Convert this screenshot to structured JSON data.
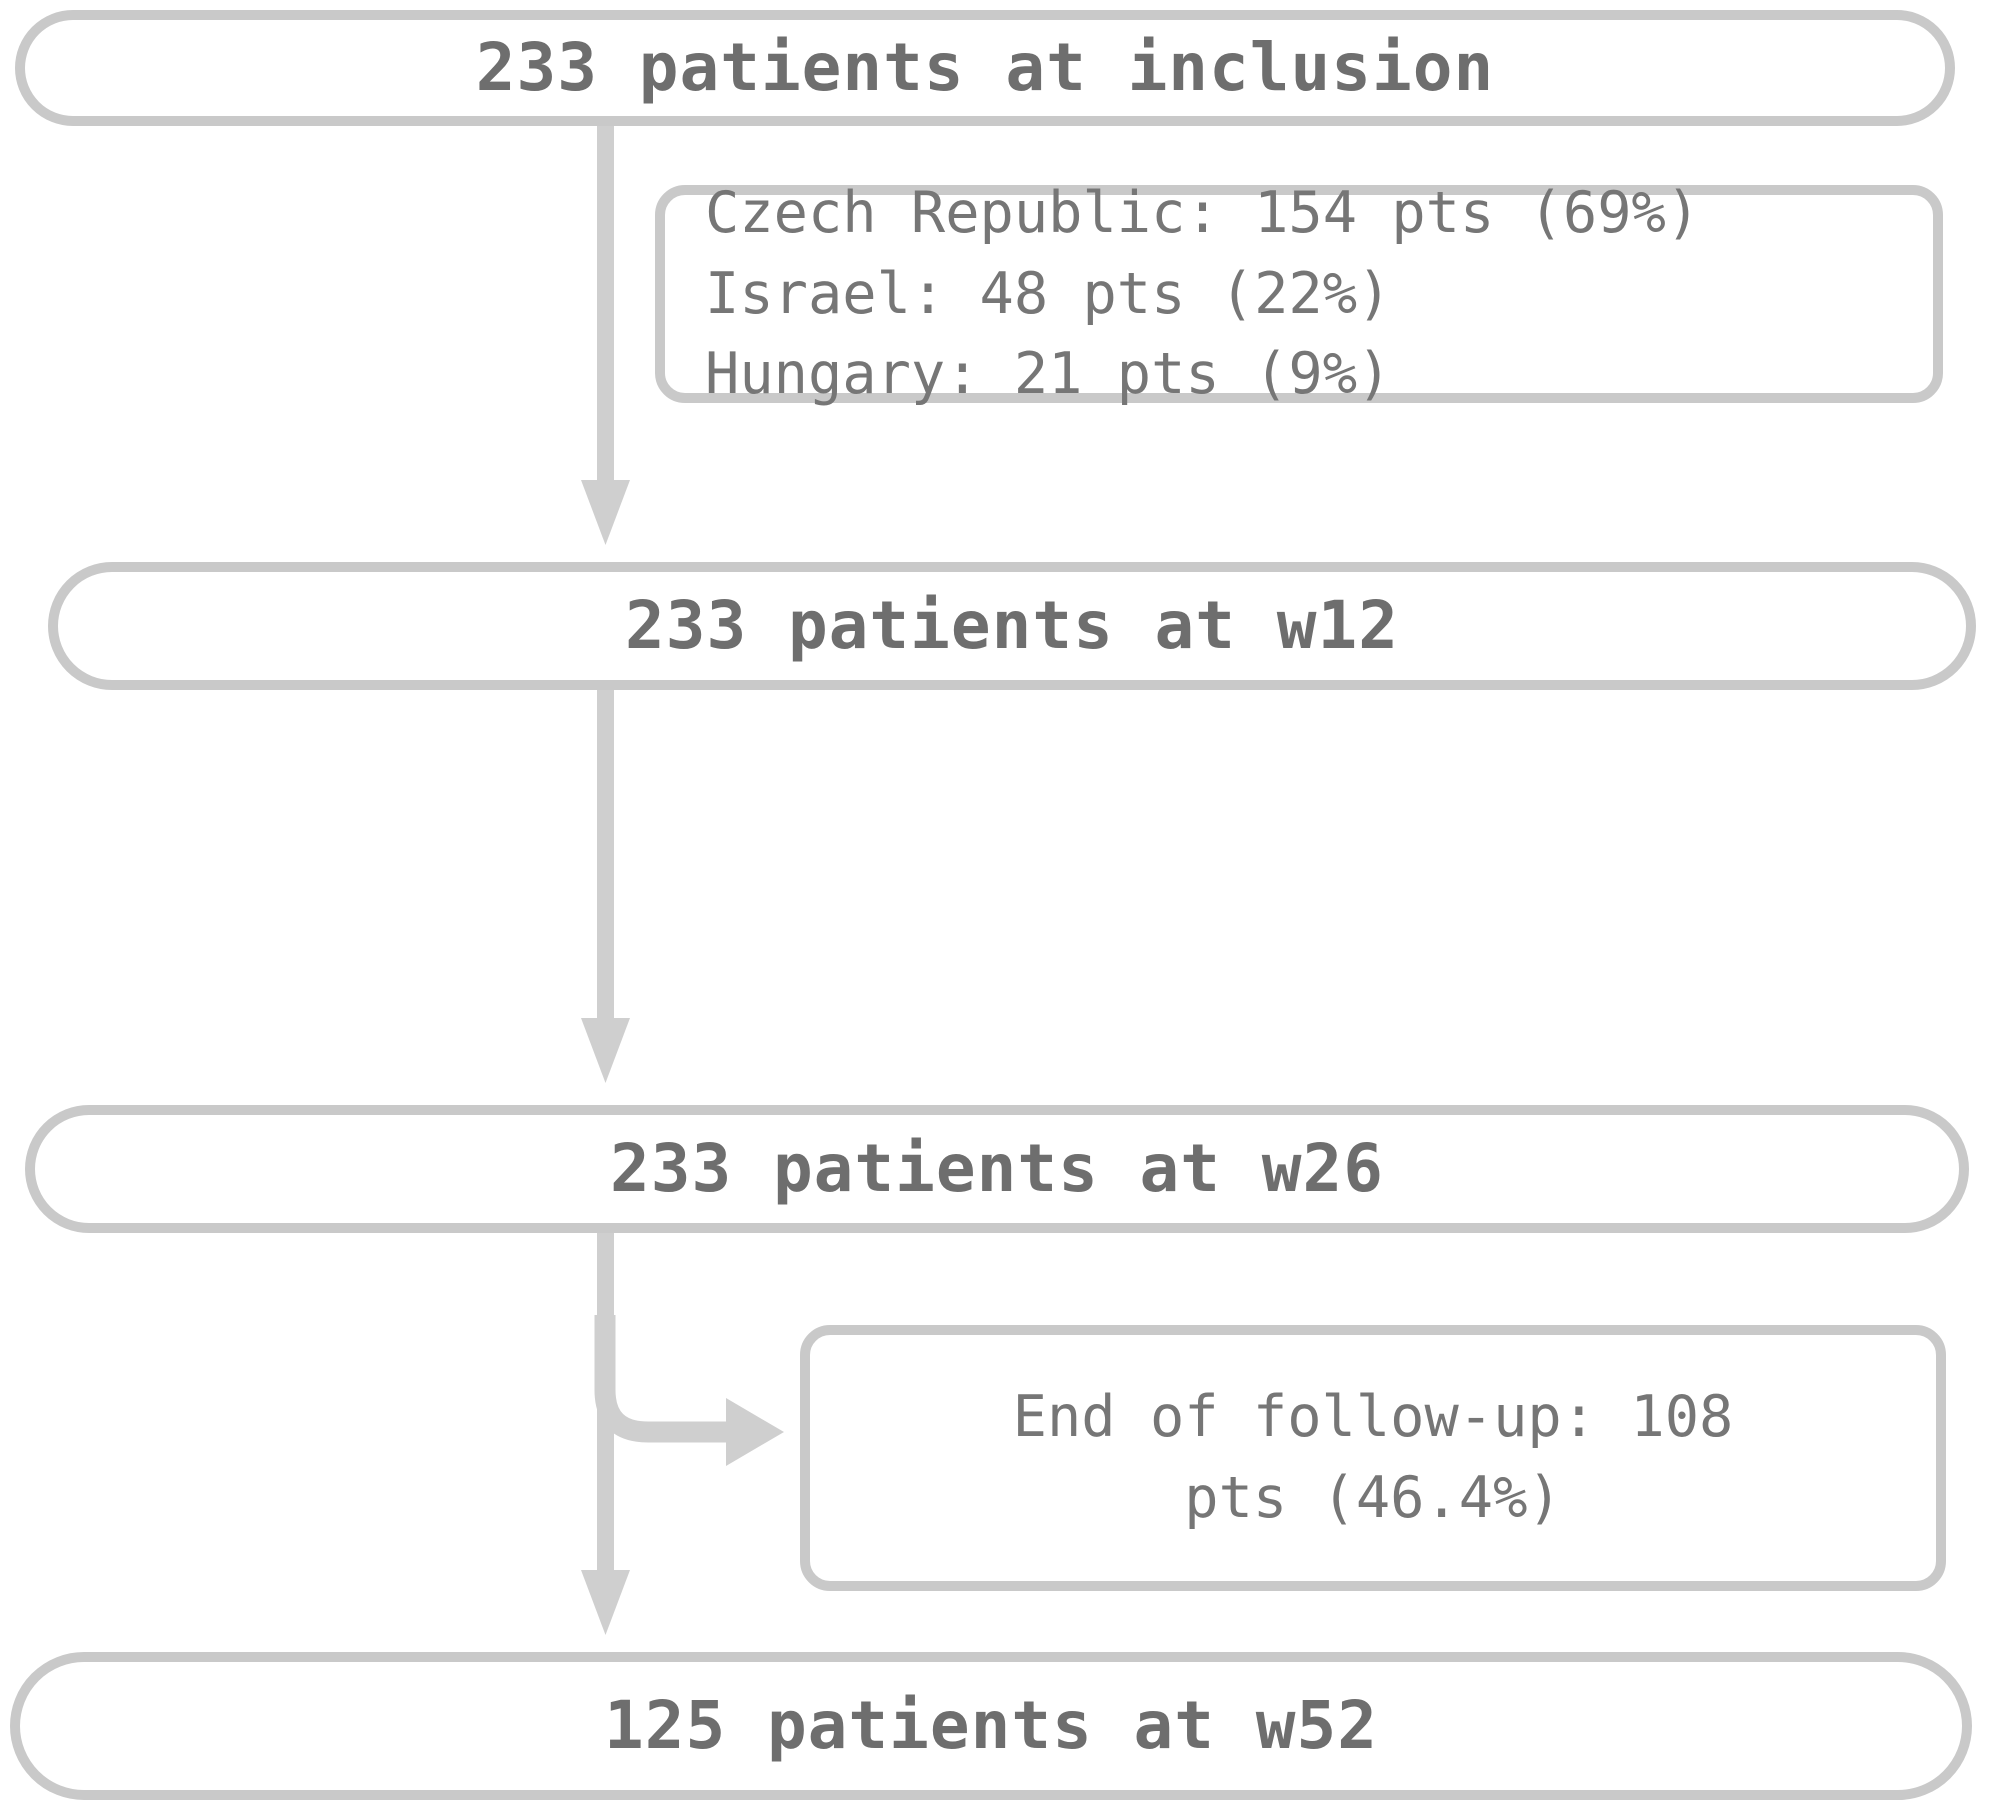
{
  "diagram": {
    "type": "patient-flow-diagram",
    "stroke_color": "#c9c9c9",
    "node_text_color": "#6e6e6e",
    "annotation_text_color": "#767676",
    "background_color": "#ffffff"
  },
  "nodes": {
    "inclusion": {
      "label": "233 patients at inclusion",
      "count": 233,
      "timepoint": "inclusion"
    },
    "w12": {
      "label": "233 patients at w12",
      "count": 233,
      "timepoint": "w12"
    },
    "w26": {
      "label": "233 patients at w26",
      "count": 233,
      "timepoint": "w26"
    },
    "w52": {
      "label": "125 patients at w52",
      "count": 125,
      "timepoint": "w52"
    }
  },
  "annotations": {
    "countries": {
      "lines": [
        "Czech Republic: 154 pts (69%)",
        "Israel: 48 pts (22%)",
        "Hungary: 21 pts (9%)"
      ],
      "text": "Czech Republic: 154 pts (69%)\nIsrael: 48 pts (22%)\nHungary: 21 pts (9%)",
      "items": [
        {
          "country": "Czech Republic",
          "pts": 154,
          "percent": "69%"
        },
        {
          "country": "Israel",
          "pts": 48,
          "percent": "22%"
        },
        {
          "country": "Hungary",
          "pts": 21,
          "percent": "9%"
        }
      ]
    },
    "end_of_followup": {
      "text": "End of follow-up: 108\npts (46.4%)",
      "label": "End of follow-up",
      "pts": 108,
      "percent": "46.4%"
    }
  },
  "edges": [
    {
      "from": "inclusion",
      "to": "w12",
      "kind": "vertical-arrow"
    },
    {
      "from": "w12",
      "to": "w26",
      "kind": "vertical-arrow"
    },
    {
      "from": "w26",
      "to": "w52",
      "kind": "vertical-arrow"
    },
    {
      "from": "w26",
      "to": "end_of_followup",
      "kind": "branch-arrow-right"
    }
  ]
}
